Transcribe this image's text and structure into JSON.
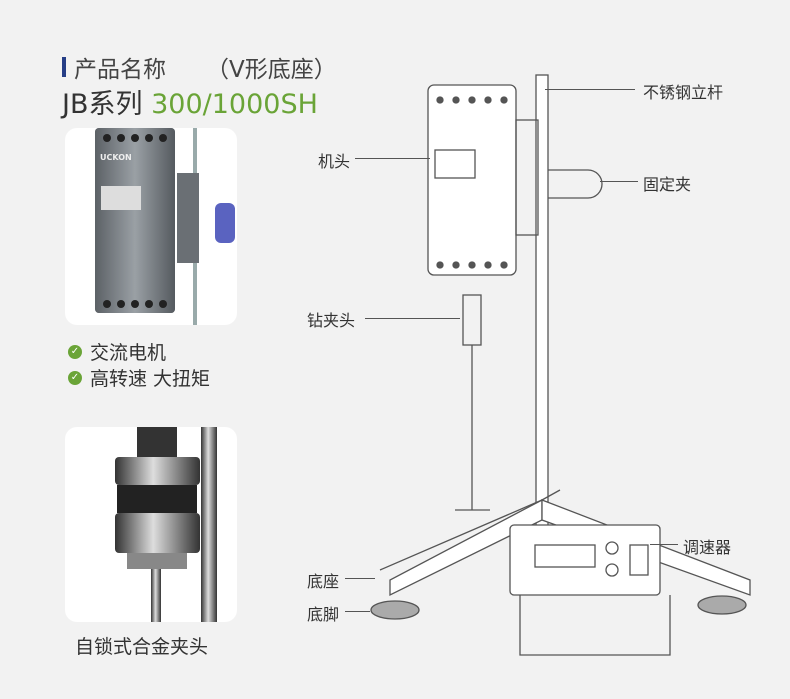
{
  "header": {
    "product_name_label": "产品名称",
    "shape_note": "（V形底座）",
    "series": "JB系列",
    "model": "300/1000SH"
  },
  "features": [
    "交流电机",
    "高转速 大扭矩"
  ],
  "chuck_caption": "自锁式合金夹头",
  "motor_brand": "UCKON",
  "callouts": {
    "pole": "不锈钢立杆",
    "head": "机头",
    "clamp": "固定夹",
    "chuck": "钻夹头",
    "controller": "调速器",
    "base": "底座",
    "feet": "底脚"
  },
  "colors": {
    "accent_green": "#6aa437",
    "bar_blue": "#263e86",
    "background": "#f2f2f2"
  }
}
